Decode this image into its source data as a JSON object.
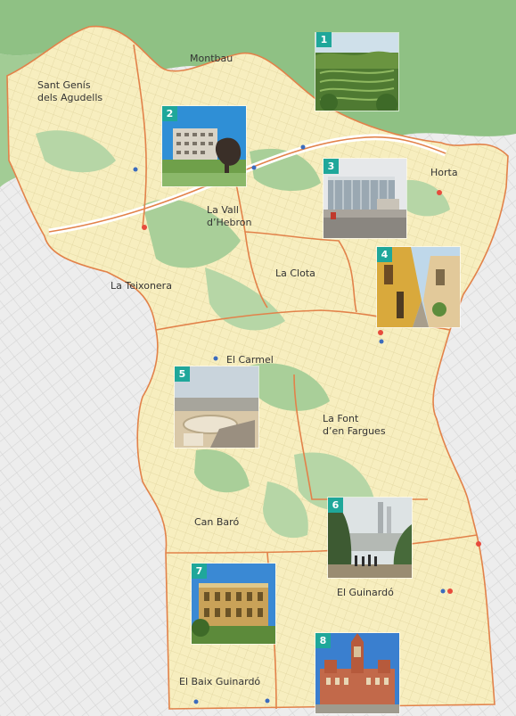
{
  "map": {
    "neighbourhoods": [
      {
        "id": "montbau",
        "name": "Montbau"
      },
      {
        "id": "sant-genis",
        "name": "Sant Genís\ndels Agudells"
      },
      {
        "id": "vall-hebron",
        "name": "La Vall\nd’Hebron"
      },
      {
        "id": "horta",
        "name": "Horta"
      },
      {
        "id": "clota",
        "name": "La Clota"
      },
      {
        "id": "teixonera",
        "name": "La Teixonera"
      },
      {
        "id": "carmel",
        "name": "El Carmel"
      },
      {
        "id": "font-fargues",
        "name": "La Font\nd’en Fargues"
      },
      {
        "id": "can-baro",
        "name": "Can Baró"
      },
      {
        "id": "guinardo",
        "name": "El Guinardó"
      },
      {
        "id": "baix-guinardo",
        "name": "El Baix Guinardó"
      }
    ],
    "markers": [
      {
        "number": "1",
        "photo": "labyrinth-garden-photo"
      },
      {
        "number": "2",
        "photo": "modernist-building-sculpture-photo"
      },
      {
        "number": "3",
        "photo": "sports-pavilion-photo"
      },
      {
        "number": "4",
        "photo": "old-village-street-photo"
      },
      {
        "number": "5",
        "photo": "bunkers-viewpoint-photo"
      },
      {
        "number": "6",
        "photo": "park-viewpoint-visitors-photo"
      },
      {
        "number": "7",
        "photo": "historic-palace-photo"
      },
      {
        "number": "8",
        "photo": "sant-pau-hospital-photo"
      }
    ],
    "colors": {
      "district_fill": "#f7eebf",
      "green_area": "#a9cf99",
      "forest": "#8fc184",
      "boundary": "#e2824a",
      "street_grid": "#d9d9d9",
      "badge": "#1fa79a"
    }
  }
}
